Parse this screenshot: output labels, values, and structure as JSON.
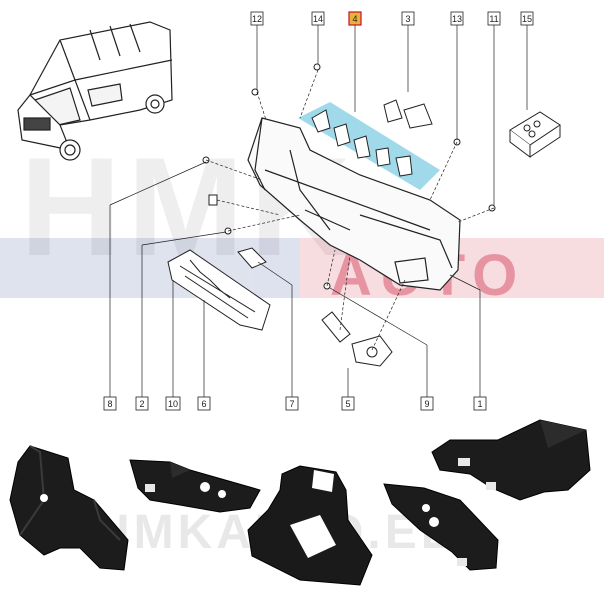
{
  "watermark": {
    "top": "HMK",
    "strip": "AUTO",
    "bottom": "HMKAUTO.EE"
  },
  "colors": {
    "highlight_box": "#e8b23a",
    "highlight_zone": "#8fd4e6",
    "watermark_red": "#c8102e",
    "watermark_blue": "#1f3a8a"
  },
  "callouts": [
    {
      "id": "c12",
      "label": "12"
    },
    {
      "id": "c14",
      "label": "14"
    },
    {
      "id": "c4",
      "label": "4",
      "highlighted": true
    },
    {
      "id": "c3",
      "label": "3"
    },
    {
      "id": "c13",
      "label": "13"
    },
    {
      "id": "c11",
      "label": "11"
    },
    {
      "id": "c15",
      "label": "15"
    },
    {
      "id": "c8",
      "label": "8"
    },
    {
      "id": "c2",
      "label": "2"
    },
    {
      "id": "c10",
      "label": "10"
    },
    {
      "id": "c6",
      "label": "6"
    },
    {
      "id": "c7",
      "label": "7"
    },
    {
      "id": "c5",
      "label": "5"
    },
    {
      "id": "c9",
      "label": "9"
    },
    {
      "id": "c1",
      "label": "1"
    }
  ]
}
